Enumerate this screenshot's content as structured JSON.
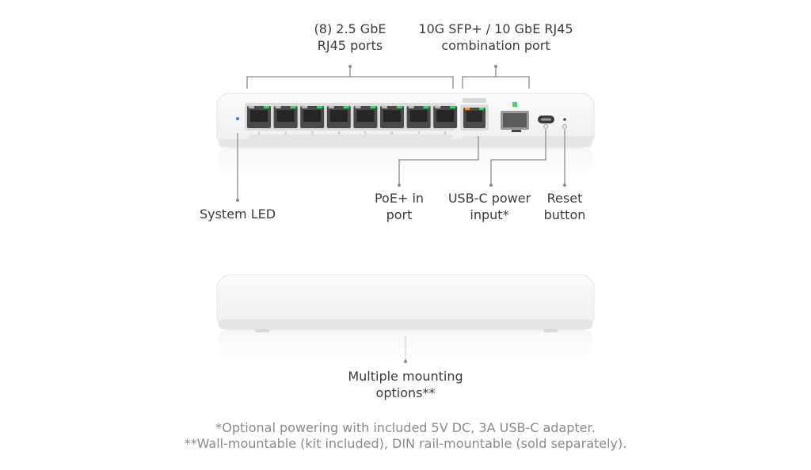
{
  "labels": {
    "ports_rj45": [
      "(8) 2.5 GbE",
      "RJ45 ports"
    ],
    "combo_port": [
      "10G SFP+ / 10 GbE RJ45",
      "combination port"
    ],
    "system_led": [
      "System LED"
    ],
    "poe_in": [
      "PoE+ in",
      "port"
    ],
    "usbc_power": [
      "USB-C power",
      "input*"
    ],
    "reset": [
      "Reset",
      "button"
    ],
    "mounting": [
      "Multiple mounting",
      "options**"
    ]
  },
  "footnotes": [
    "*Optional powering with included 5V DC, 3A USB-C adapter.",
    "**Wall-mountable (kit included), DIN rail-mountable (sold separately)."
  ],
  "device": {
    "port_numbers": [
      "1",
      "2",
      "3",
      "4",
      "5",
      "6",
      "7",
      "8"
    ],
    "colors": {
      "led_blue": "#2f7cf6",
      "link_green": "#46d36a",
      "poe_orange": "#f29b2e",
      "line": "#8c8c8c"
    }
  }
}
